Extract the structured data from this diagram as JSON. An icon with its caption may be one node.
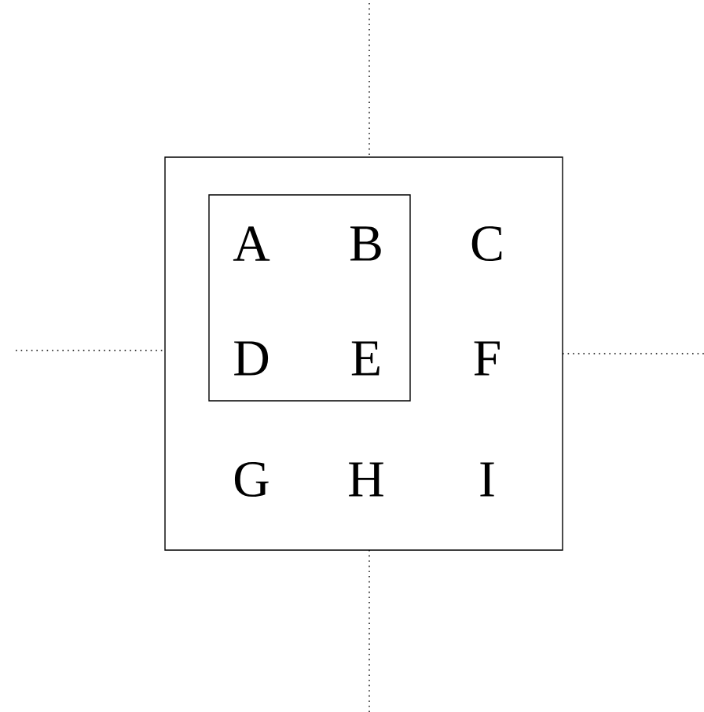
{
  "diagram": {
    "nodes": [
      {
        "text": [],
        "shape": "box"
      },
      {
        "text": [],
        "shape": "box",
        "in": 0
      }
    ],
    "labels": [
      "A",
      "B",
      "C",
      "D",
      "E",
      "F",
      "G",
      "H",
      "I"
    ]
  }
}
